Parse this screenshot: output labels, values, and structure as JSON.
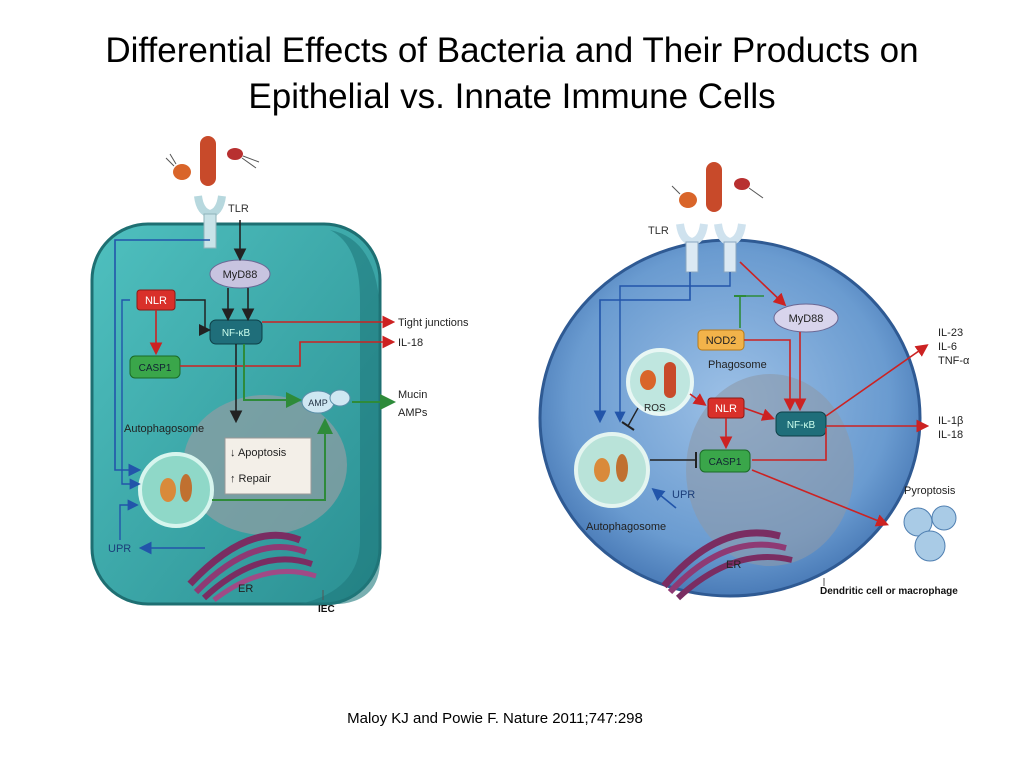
{
  "title": "Differential Effects of Bacteria and Their Products on Epithelial vs. Innate Immune Cells",
  "citation": "Maloy KJ and Powie F. Nature 2011;747:298",
  "left_cell": {
    "tlr": "TLR",
    "myd88": "MyD88",
    "nlr": "NLR",
    "nfkb": "NF-κB",
    "casp1": "CASP1",
    "amp": "AMP",
    "autophagosome": "Autophagosome",
    "apoptosis": "↓ Apoptosis",
    "repair": "↑ Repair",
    "upr": "UPR",
    "er": "ER",
    "cell_label": "IEC",
    "out_tight": "Tight junctions",
    "out_il18": "IL-18",
    "out_mucin": "Mucin",
    "out_amps": "AMPs"
  },
  "right_cell": {
    "tlr": "TLR",
    "myd88": "MyD88",
    "nod2": "NOD2",
    "phagosome": "Phagosome",
    "ros": "ROS",
    "nlr": "NLR",
    "nfkb": "NF-κB",
    "casp1": "CASP1",
    "upr": "UPR",
    "autophagosome": "Autophagosome",
    "er": "ER",
    "out_il23": "IL-23",
    "out_il6": "IL-6",
    "out_tnf": "TNF-α",
    "out_il1b": "IL-1β",
    "out_il18": "IL-18",
    "pyroptosis": "Pyroptosis",
    "cell_label": "Dendritic cell or macrophage"
  },
  "colors": {
    "iec_fill": "#3aa8a8",
    "dc_fill": "#5b8ec7",
    "red_arrow": "#cc2222",
    "blue_arrow": "#2255aa",
    "green_arrow": "#2e8b3a",
    "nlr_box": "#d9302a",
    "casp1_box": "#3aa64a",
    "nfkb_box": "#1f6e7a",
    "myd88_fill": "#c8c4e0",
    "nod2_fill": "#f2b34a"
  }
}
